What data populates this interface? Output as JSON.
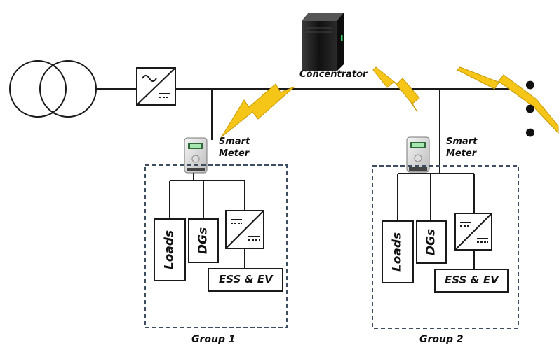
{
  "labels": {
    "concentrator": "Concentrator",
    "smart_meter_1": [
      "Smart",
      "Meter"
    ],
    "smart_meter_2": [
      "Smart",
      "Meter"
    ],
    "group_1": "Group 1",
    "group_2": "Group 2",
    "ellipsis": "• • •"
  },
  "groups": [
    {
      "loads": "Loads",
      "dgs": "DGs",
      "storage": "ESS & EV"
    },
    {
      "loads": "Loads",
      "dgs": "DGs",
      "storage": "ESS & EV"
    }
  ],
  "colors": {
    "line": "#1a1a1a",
    "lightning": "#f5c518",
    "dashed_box": "#3f4d63",
    "server": "#1e1e1e",
    "server_led": "#3cd06a"
  },
  "icons": [
    "transformer-icon",
    "inverter-icon",
    "server-icon",
    "smart-meter-icon",
    "lightning-icon",
    "converter-icon"
  ]
}
